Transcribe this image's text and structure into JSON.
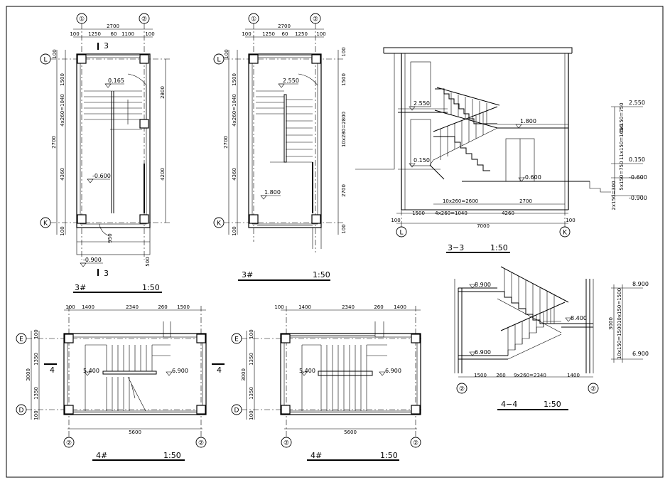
{
  "plan_3_ground": {
    "title": "3#",
    "scale": "1:50",
    "axes": {
      "top_left": "①",
      "top_right": "②",
      "left_top": "L",
      "left_bottom": "K"
    },
    "section_mark": "3",
    "dims_top": [
      "2700",
      "100",
      "1250",
      "60",
      "1100",
      "100"
    ],
    "dims_left": [
      "100",
      "1500",
      "4x260=1040",
      "2700",
      "4360",
      "100"
    ],
    "dims_right": [
      "2800",
      "4200"
    ],
    "dims_bottom": [
      "950",
      "500"
    ],
    "elevations": [
      "0.165",
      "-0.600",
      "-0.900"
    ]
  },
  "plan_3_upper": {
    "title": "3#",
    "scale": "1:50",
    "axes": {
      "top_left": "①",
      "top_right": "②",
      "left_top": "L",
      "left_bottom": "K"
    },
    "dims_top": [
      "2700",
      "100",
      "1250",
      "60",
      "1250",
      "100"
    ],
    "dims_left": [
      "100",
      "1500",
      "4x260=1040",
      "2700",
      "4360",
      "100"
    ],
    "dims_right": [
      "100",
      "1500",
      "10x280=2800",
      "2700",
      "100"
    ],
    "elevations": [
      "2.550",
      "1.800"
    ]
  },
  "section_3_3": {
    "title": "3−3",
    "scale": "1:50",
    "axes": [
      "L",
      "K"
    ],
    "dims_bottom": [
      "10x260=2600",
      "2700",
      "1500",
      "4x260=1040",
      "4260",
      "100",
      "100",
      "7000"
    ],
    "dims_right": [
      "2.550",
      "5x150=750",
      "11x150=1650",
      "0.150",
      "-0.600",
      "5x150=750",
      "2x150=300",
      "-0.900"
    ],
    "elevations": [
      "2.550",
      "1.800",
      "0.150",
      "-0.600"
    ]
  },
  "plan_4_ground": {
    "title": "4#",
    "scale": "1:50",
    "axes": {
      "left_top": "E",
      "left_bottom": "D",
      "bottom_left": "②",
      "bottom_right": "②"
    },
    "section_mark": "4",
    "dims_top": [
      "100",
      "1400",
      "2340",
      "260",
      "1500"
    ],
    "dims_left": [
      "100",
      "1350",
      "3000",
      "1350",
      "100"
    ],
    "dims_bottom": [
      "5600"
    ],
    "elevations": [
      "5.400",
      "6.900"
    ]
  },
  "plan_4_upper": {
    "title": "4#",
    "scale": "1:50",
    "axes": {
      "left_top": "E",
      "left_bottom": "D",
      "bottom_left": "②",
      "bottom_right": "②"
    },
    "dims_top": [
      "100",
      "1400",
      "2340",
      "260",
      "1400"
    ],
    "dims_left": [
      "100",
      "1350",
      "3000",
      "1350",
      "100"
    ],
    "dims_bottom": [
      "5600"
    ],
    "elevations": [
      "5.400",
      "6.900"
    ]
  },
  "section_4_4": {
    "title": "4−4",
    "scale": "1:50",
    "axes": [
      "②",
      "②"
    ],
    "dims_bottom": [
      "1500",
      "260",
      "9x260=2340",
      "1400"
    ],
    "dims_right": [
      "8.900",
      "10x150=1500",
      "3000",
      "10x150=1500",
      "6.900"
    ],
    "elevations": [
      "8.900",
      "8.400",
      "6.900"
    ]
  }
}
